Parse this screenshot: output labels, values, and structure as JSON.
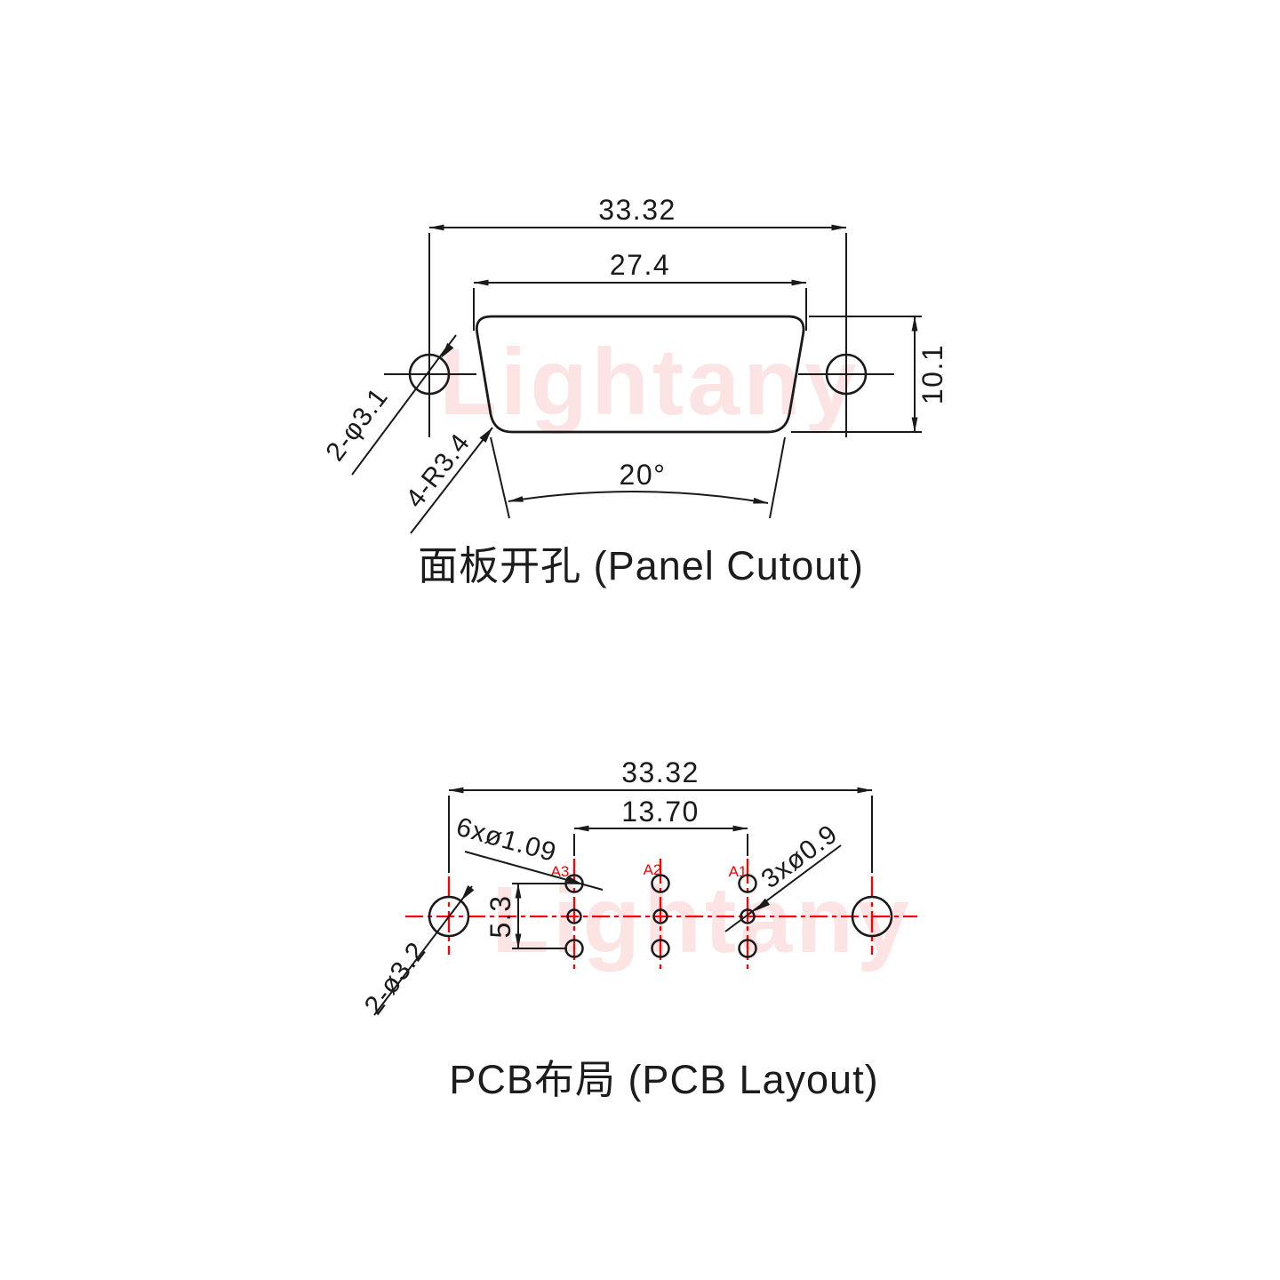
{
  "colors": {
    "ink": "#1a1a1a",
    "centerline_red": "#ff0000",
    "watermark_pink": "#ee2c2e"
  },
  "watermark": {
    "text": "Lightany"
  },
  "panel_cutout": {
    "title": "面板开孔 (Panel Cutout)",
    "dim_overall_width": "33.32",
    "dim_cutout_width": "27.4",
    "dim_height": "10.1",
    "dim_angle": "20°",
    "label_mount_holes": "2-φ3.1",
    "label_corner_radius": "4-R3.4"
  },
  "pcb_layout": {
    "title": "PCB布局 (PCB Layout)",
    "dim_overall_width": "33.32",
    "dim_pitch": "13.70",
    "dim_row_span": "5.3",
    "label_signal_holes": "6xø1.09",
    "label_power_holes": "3xø0.9",
    "label_mount_holes": "2-ø3.2",
    "pads": {
      "a1": "A1",
      "a2": "A2",
      "a3": "A3"
    }
  }
}
